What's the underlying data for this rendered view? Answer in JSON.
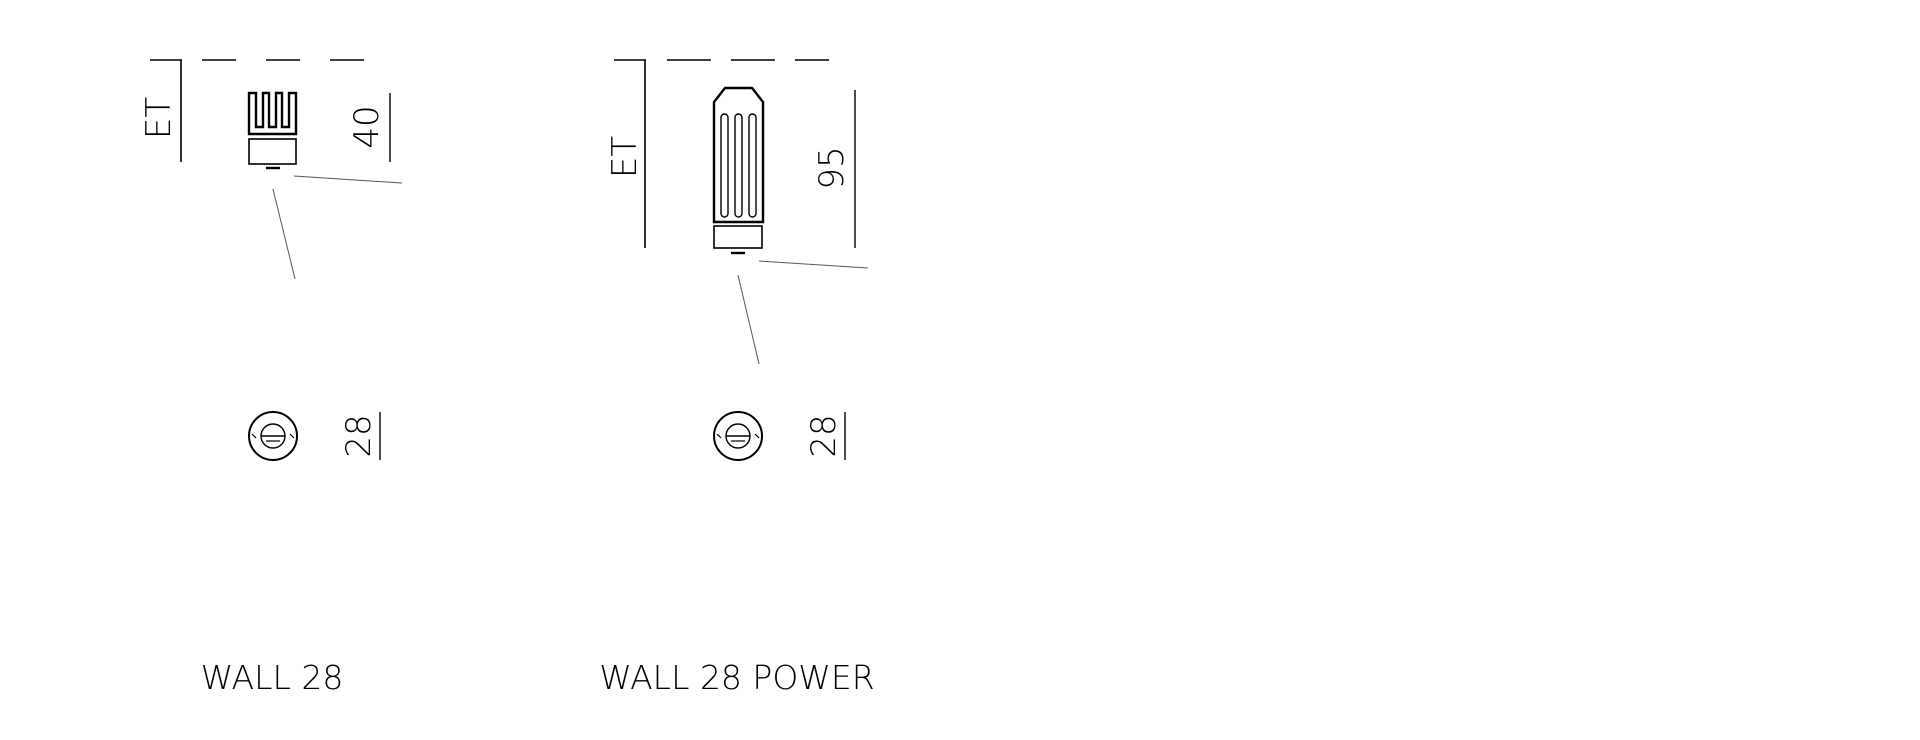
{
  "products": [
    {
      "name": "WALL 28",
      "et_label": "ET",
      "height_dim": "40",
      "front_dim": "28"
    },
    {
      "name": "WALL 28 POWER",
      "et_label": "ET",
      "height_dim": "95",
      "front_dim": "28"
    }
  ],
  "colors": {
    "line": "#000000",
    "thin_line": "#555555",
    "background": "#ffffff"
  }
}
